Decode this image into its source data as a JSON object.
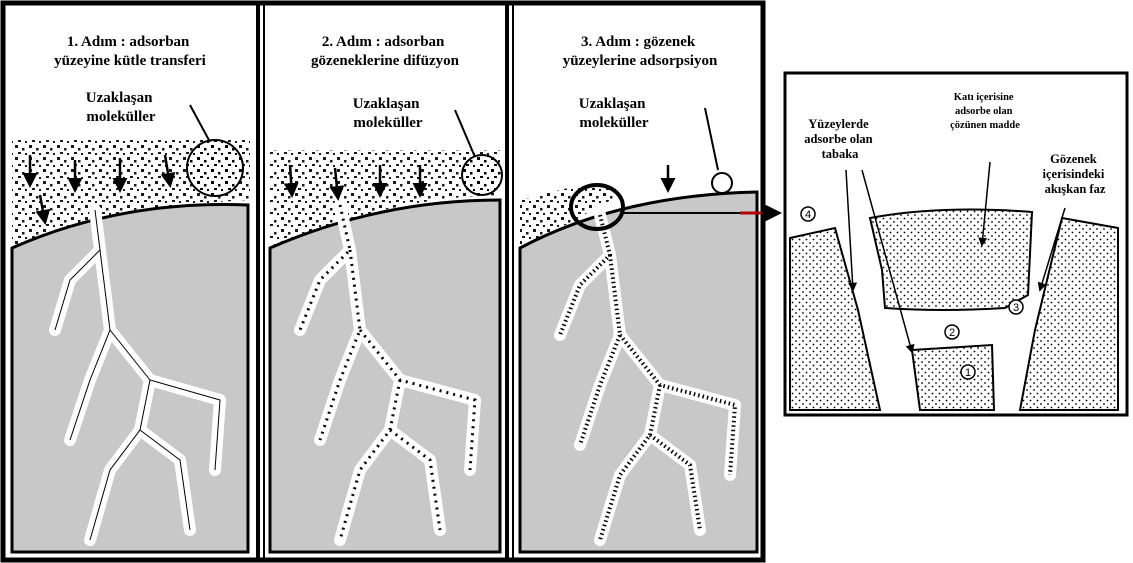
{
  "panels": [
    {
      "title_lines": [
        "1. Adım : adsorban",
        "yüzeyine kütle transferi"
      ],
      "molecules_lines": [
        "Uzaklaşan",
        "moleküller"
      ]
    },
    {
      "title_lines": [
        "2. Adım : adsorban",
        "gözeneklerine difüzyon"
      ],
      "molecules_lines": [
        "Uzaklaşan",
        "moleküller"
      ]
    },
    {
      "title_lines": [
        "3. Adım : gözenek",
        "yüzeylerine adsorpsiyon"
      ],
      "molecules_lines": [
        "Uzaklaşan",
        "moleküller"
      ]
    }
  ],
  "detail": {
    "solid_label_lines": [
      "Katı içerisine",
      "adsorbe olan",
      "çözünen madde"
    ],
    "surface_label_lines": [
      "Yüzeylerde",
      "adsorbe olan",
      "tabaka"
    ],
    "fluid_label_lines": [
      "Gözenek",
      "içerisindeki",
      "akışkan faz"
    ],
    "markers": [
      "1",
      "2",
      "3",
      "4"
    ]
  },
  "colors": {
    "solid_gray": "#c8c8c8",
    "ink": "#000000"
  }
}
